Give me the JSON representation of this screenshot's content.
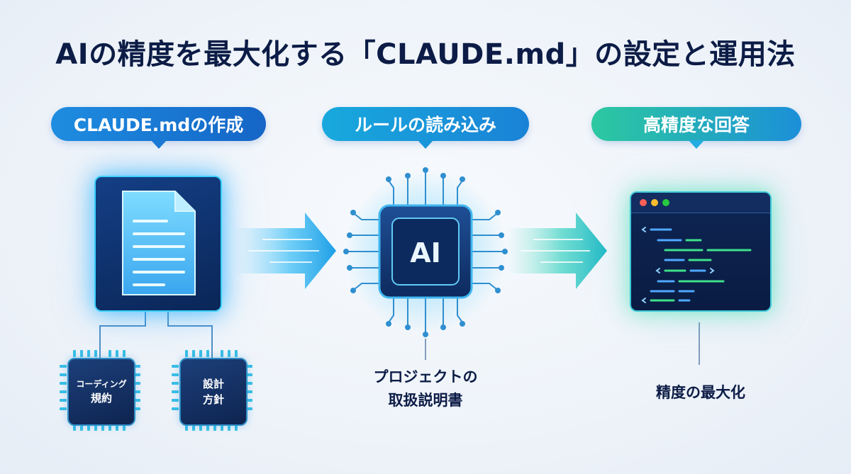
{
  "title": "AIの精度を最大化する「CLAUDE.md」の設定と運用法",
  "steps": [
    {
      "label": "CLAUDE.mdの作成"
    },
    {
      "label": "ルールの読み込み"
    },
    {
      "label": "高精度な回答"
    }
  ],
  "sub_chips": [
    {
      "line1": "コーディング",
      "line2": "規約"
    },
    {
      "line1": "設計",
      "line2": "方針"
    }
  ],
  "ai_chip": {
    "text": "AI"
  },
  "ai_caption": {
    "line1": "プロジェクトの",
    "line2": "取扱説明書"
  },
  "result_caption": "精度の最大化",
  "icons": [
    "document-icon",
    "ai-chip-icon",
    "code-window-icon",
    "arrow-right-icon"
  ],
  "colors": {
    "title": "#0c1c46",
    "blue": "#1a78d4",
    "cyan": "#3ad0ff",
    "green": "#2cc9a0",
    "navy": "#0a2657"
  },
  "window_dots": [
    "#ff5f56",
    "#ffbd2e",
    "#27c93f"
  ]
}
